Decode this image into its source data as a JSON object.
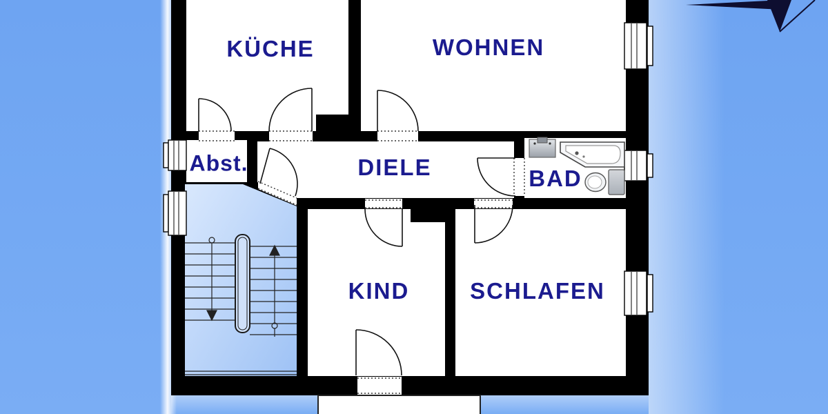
{
  "plan": {
    "rooms": [
      {
        "id": "kueche",
        "label": "KÜCHE"
      },
      {
        "id": "wohnen",
        "label": "WOHNEN"
      },
      {
        "id": "abstellraum",
        "label": "Abst."
      },
      {
        "id": "diele",
        "label": "DIELE"
      },
      {
        "id": "bad",
        "label": "BAD"
      },
      {
        "id": "kind",
        "label": "KIND"
      },
      {
        "id": "schlafen",
        "label": "SCHLAFEN"
      }
    ],
    "fixtures": [
      "staircase-with-direction-arrows",
      "sink",
      "bathtub",
      "toilet",
      "terrace-stub",
      "compass-north-arrow",
      "windows",
      "door-swing-arcs"
    ],
    "colors": {
      "background_blue": "#72a7f3",
      "wall_black": "#000000",
      "room_fill": "#ffffff",
      "stair_fill_light": "#d9e8fd",
      "stair_fill_dark": "#9ec2f5",
      "label_navy": "#1b1b8f",
      "fixture_gray": "#b9bec6",
      "compass_dark": "#0e0e30"
    }
  }
}
